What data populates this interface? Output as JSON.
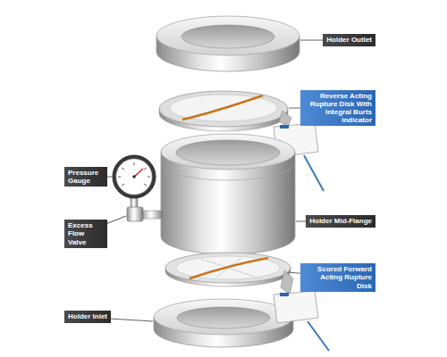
{
  "diagram": {
    "labels": [
      "Holder Outlet",
      "Reverse Acting Rupture Disk With Integral Burts indicator",
      "Pressure Gauge",
      "Excess Flow Valve",
      "Holder Mid-Flange",
      "Scored Forward Acting Rupture Disk",
      "Holder Inlet"
    ]
  }
}
